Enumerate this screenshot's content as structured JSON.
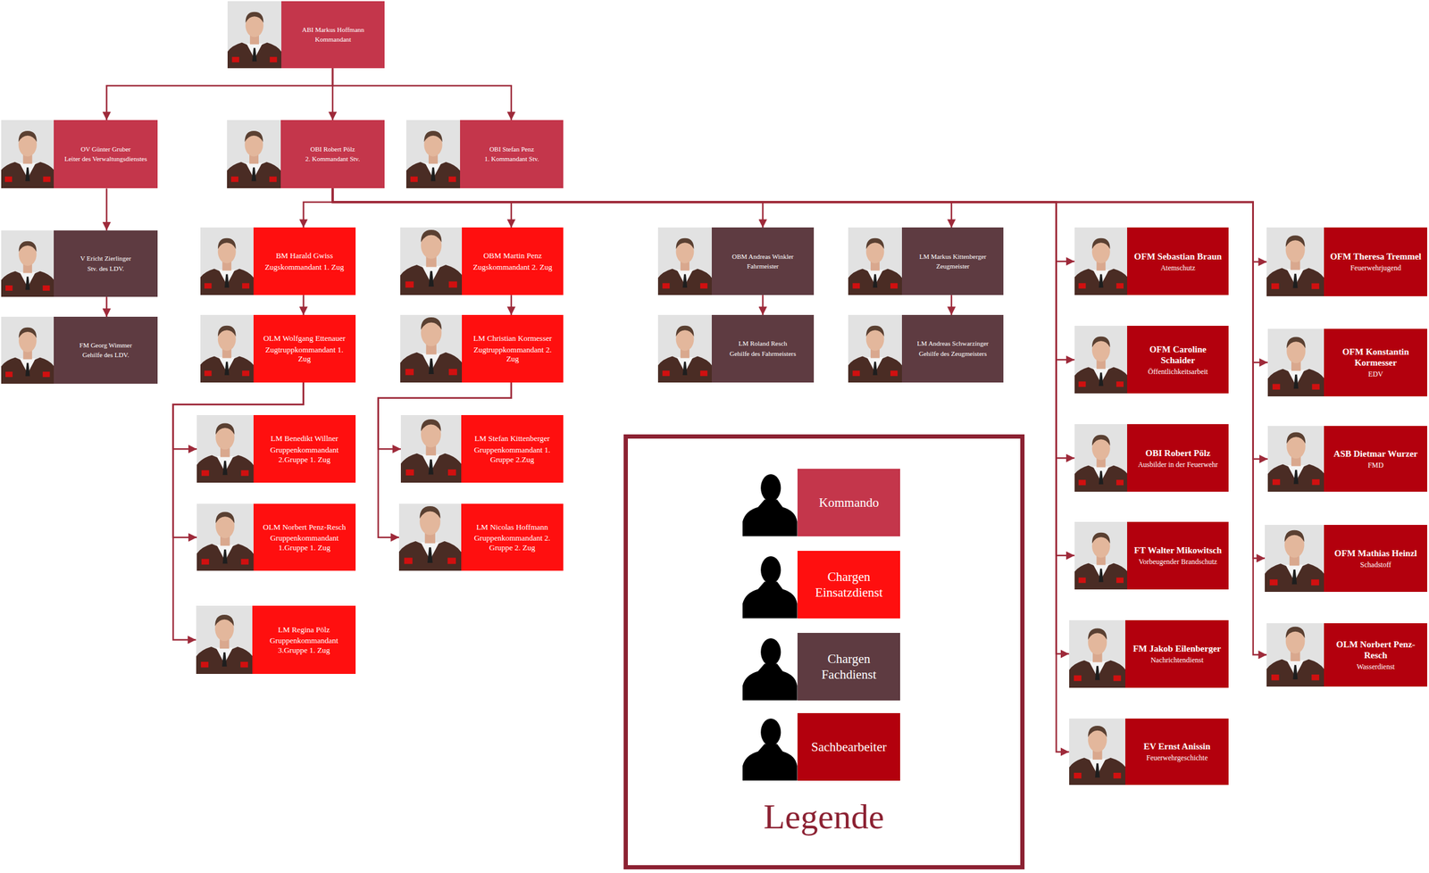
{
  "diagram": {
    "nodes": [
      {
        "text": [
          "ABI Markus Hoffmann",
          "Kommandant"
        ]
      },
      {
        "text": [
          "OV Günter Gruber",
          "Leiter des Verwaltungsdienstes"
        ]
      },
      {
        "text": [
          "OBI Robert Pölz",
          "2. Kommandant Stv."
        ]
      },
      {
        "text": [
          "OBI Stefan Penz",
          "1. Kommandant Stv."
        ]
      },
      {
        "text": [
          "V Ericht Zierlinger",
          "Stv. des LDV."
        ]
      },
      {
        "text": [
          "FM Georg Wimmer",
          "Gehilfe des LDV."
        ]
      },
      {
        "text": [
          "BM Harald Gwiss",
          "Zugskommandant 1. Zug"
        ]
      },
      {
        "text": [
          "OBM Martin Penz",
          "Zugskommandant 2. Zug"
        ]
      },
      {
        "text": [
          "OBM Andreas Winkler",
          "Fahrmeister"
        ]
      },
      {
        "text": [
          "LM Markus Kittenberger",
          "Zeugmeister"
        ]
      },
      {
        "text": [
          "OFM Sebastian Braun",
          "Atemschutz"
        ]
      },
      {
        "text": [
          "OFM Theresa Tremmel",
          "Feuerwehrjugend"
        ]
      },
      {
        "text": [
          "OLM Wolfgang Ettenauer",
          "Zugtruppkommandant 1. Zug"
        ]
      },
      {
        "text": [
          "LM Christian Kormesser",
          "Zugtruppkommandant 2. Zug"
        ]
      },
      {
        "text": [
          "LM Roland Resch",
          "Gehilfe des Fahrmeisters"
        ]
      },
      {
        "text": [
          "LM Andreas Schwarzinger",
          "Gehilfe des Zeugmeisters"
        ]
      },
      {
        "text": [
          "OFM Caroline Schaider",
          "Öffentlichkeitsarbeit"
        ]
      },
      {
        "text": [
          "OFM Konstantin Kormesser",
          "EDV"
        ]
      },
      {
        "text": [
          "LM Benedikt Willner",
          "Gruppenkommandant 2.Gruppe 1. Zug"
        ]
      },
      {
        "text": [
          "LM Stefan Kittenberger",
          "Gruppenkommandant 1. Gruppe 2.Zug"
        ]
      },
      {
        "text": [
          "OBI Robert Pölz",
          "Ausbilder in der Feuerwehr"
        ]
      },
      {
        "text": [
          "ASB Dietmar Wurzer",
          "FMD"
        ]
      },
      {
        "text": [
          "OLM Norbert Penz-Resch",
          "Gruppenkommandant 1.Gruppe 1. Zug"
        ]
      },
      {
        "text": [
          "LM Nicolas Hoffmann",
          "Gruppenkommandant 2. Gruppe 2. Zug"
        ]
      },
      {
        "text": [
          "FT Walter Mikowitsch",
          "Vorbeugender Brandschutz"
        ]
      },
      {
        "text": [
          "OFM Mathias Heinzl",
          "Schadstoff"
        ]
      },
      {
        "text": [
          "LM Regina Pölz",
          "Gruppenkommandant 3.Gruppe 1. Zug"
        ]
      },
      {
        "text": [
          "FM Jakob Eilenberger",
          "Nachrichtendienst"
        ]
      },
      {
        "text": [
          "OLM Norbert Penz-Resch",
          "Wasserdienst"
        ]
      },
      {
        "text": [
          "EV Ernst Anissin",
          "Feuerwehrgeschichte"
        ]
      }
    ],
    "edges": [
      {
        "from": 0,
        "to": 1,
        "arrow": "to"
      },
      {
        "from": 0,
        "to": 2,
        "arrow": "to"
      },
      {
        "from": 0,
        "to": 3,
        "arrow": "to"
      },
      {
        "from": 1,
        "to": 4,
        "arrow": "to"
      },
      {
        "from": 4,
        "to": 5,
        "arrow": "to"
      },
      {
        "from": 2,
        "to": 6,
        "arrow": "to"
      },
      {
        "from": 2,
        "to": 7,
        "arrow": "to"
      },
      {
        "from": 2,
        "to": 8,
        "arrow": "to"
      },
      {
        "from": 2,
        "to": 9,
        "arrow": "to"
      },
      {
        "from": 2,
        "to": 10,
        "arrow": "to"
      },
      {
        "from": 2,
        "to": 16,
        "arrow": "to"
      },
      {
        "from": 2,
        "to": 20,
        "arrow": "to"
      },
      {
        "from": 2,
        "to": 24,
        "arrow": "to"
      },
      {
        "from": 2,
        "to": 27,
        "arrow": "to"
      },
      {
        "from": 2,
        "to": 29,
        "arrow": "to"
      },
      {
        "from": 2,
        "to": 11,
        "arrow": "to"
      },
      {
        "from": 2,
        "to": 17,
        "arrow": "to"
      },
      {
        "from": 2,
        "to": 21,
        "arrow": "to"
      },
      {
        "from": 2,
        "to": 25,
        "arrow": "to"
      },
      {
        "from": 2,
        "to": 28,
        "arrow": "to"
      },
      {
        "from": 6,
        "to": 12,
        "arrow": "to"
      },
      {
        "from": 7,
        "to": 13,
        "arrow": "to"
      },
      {
        "from": 8,
        "to": 14,
        "arrow": "to"
      },
      {
        "from": 9,
        "to": 15,
        "arrow": "to"
      },
      {
        "from": 12,
        "to": 18,
        "arrow": "to"
      },
      {
        "from": 12,
        "to": 22,
        "arrow": "to"
      },
      {
        "from": 12,
        "to": 26,
        "arrow": "to"
      },
      {
        "from": 13,
        "to": 19,
        "arrow": "to"
      },
      {
        "from": 13,
        "to": 23,
        "arrow": "to"
      }
    ],
    "labels": [
      "Legende"
    ],
    "legend": [
      {
        "text": "Kommando",
        "color": "#c4364b"
      },
      {
        "text": "Chargen Einsatzdienst",
        "color": "#ff0f0f"
      },
      {
        "text": "Chargen Fachdienst",
        "color": "#5e3b41"
      },
      {
        "text": "Sachbearbeiter",
        "color": "#b3000d"
      }
    ]
  }
}
